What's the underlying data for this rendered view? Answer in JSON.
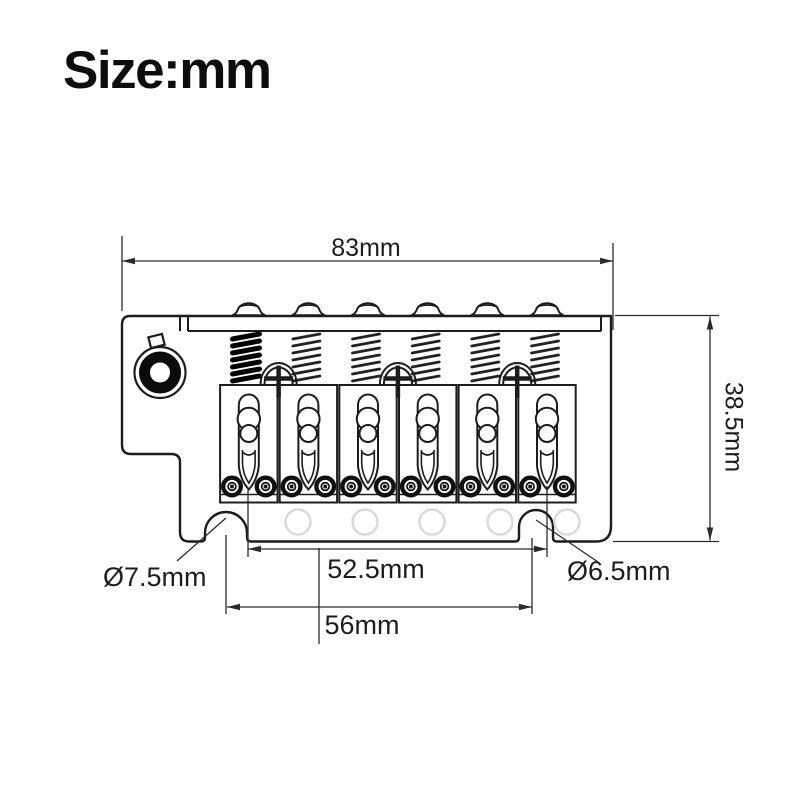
{
  "title": "Size:mm",
  "dimensions": {
    "overall_width": "83mm",
    "overall_height": "38.5mm",
    "string_spread": "52.5mm",
    "mounting_span": "56mm",
    "hole_left": "Ø7.5mm",
    "hole_right": "Ø6.5mm"
  }
}
